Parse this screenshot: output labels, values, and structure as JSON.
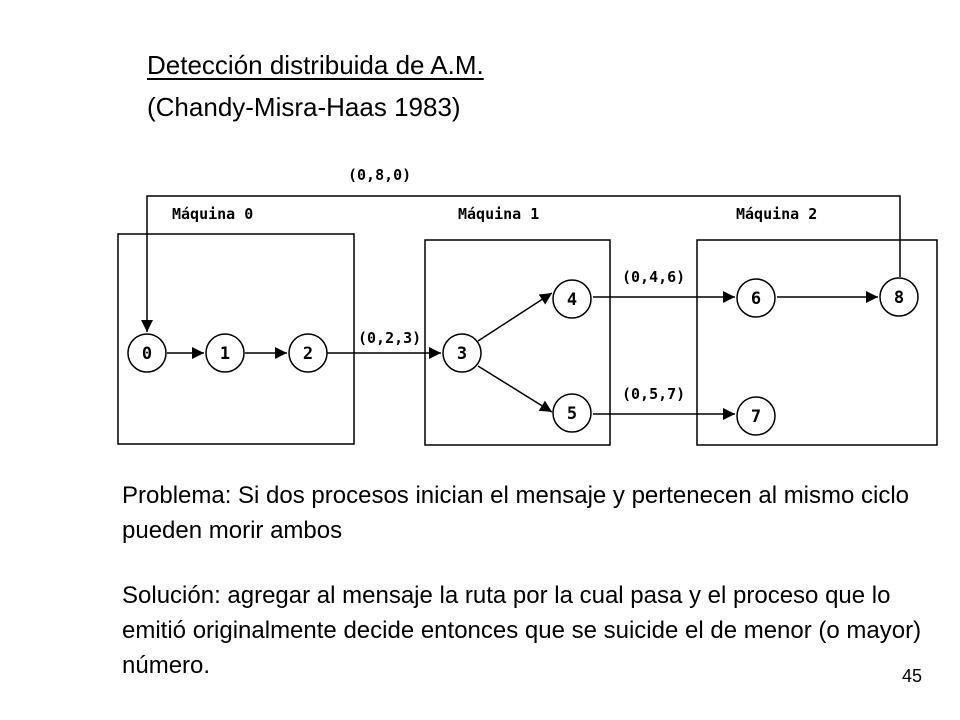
{
  "title": "Detección distribuida de A.M.",
  "subtitle": "(Chandy-Misra-Haas 1983)",
  "diagram": {
    "machines": [
      "Máquina 0",
      "Máquina 1",
      "Máquina 2"
    ],
    "nodes": [
      "0",
      "1",
      "2",
      "3",
      "4",
      "5",
      "6",
      "7",
      "8"
    ],
    "messages": {
      "top": "(0,8,0)",
      "m0_m1": "(0,2,3)",
      "m1_m2_upper": "(0,4,6)",
      "m1_m2_lower": "(0,5,7)"
    }
  },
  "problem": "Problema: Si dos procesos inician el mensaje y pertenecen al mismo ciclo pueden morir ambos",
  "solution": "Solución: agregar al mensaje la ruta por la cual pasa y el proceso que lo emitió originalmente decide entonces que se suicide el de menor (o mayor) número.",
  "page_number": "45"
}
